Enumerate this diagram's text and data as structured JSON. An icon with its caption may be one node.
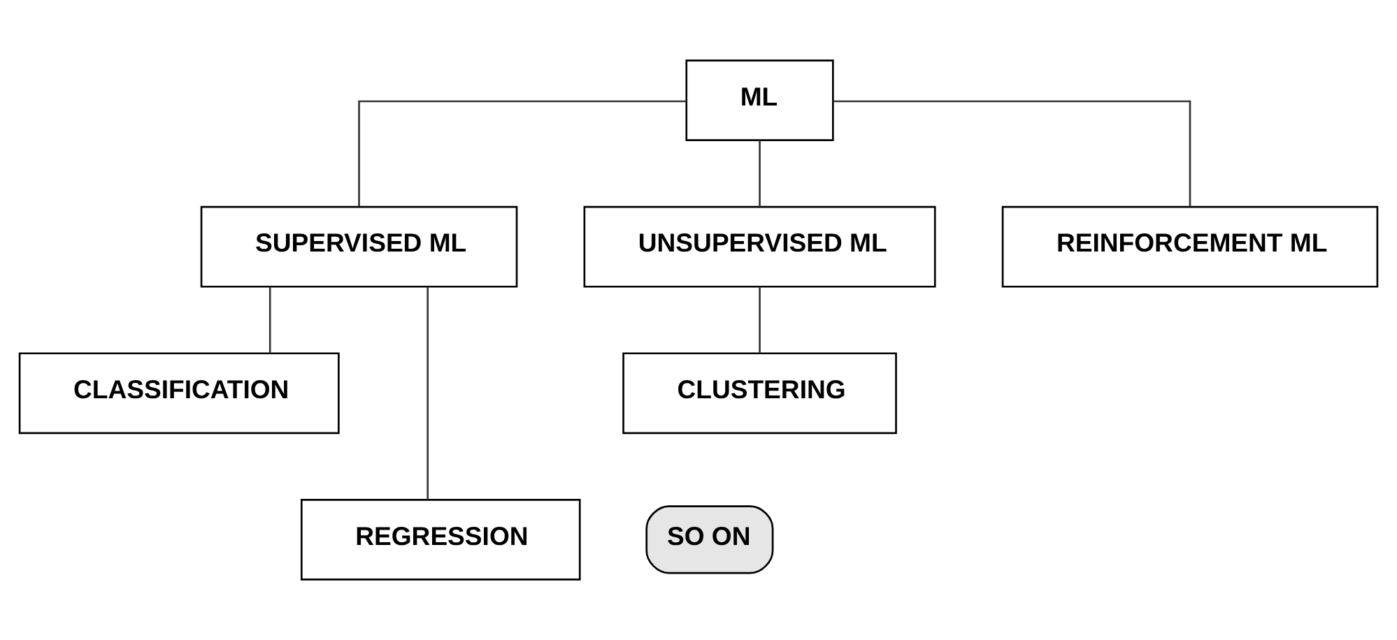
{
  "diagram": {
    "nodes": [
      {
        "text": [
          "ML"
        ]
      },
      {
        "text": [
          "SUPERVISED ML"
        ]
      },
      {
        "text": [
          "UNSUPERVISED ML"
        ]
      },
      {
        "text": [
          "REINFORCEMENT ML"
        ]
      },
      {
        "text": [
          "CLASSIFICATION"
        ]
      },
      {
        "text": [
          "REGRESSION"
        ]
      },
      {
        "text": [
          "CLUSTERING"
        ]
      },
      {
        "text": [
          "SO ON"
        ]
      }
    ],
    "edges": [
      {
        "from": 0,
        "to": 1,
        "arrow": "none"
      },
      {
        "from": 0,
        "to": 2,
        "arrow": "none"
      },
      {
        "from": 0,
        "to": 3,
        "arrow": "none"
      },
      {
        "from": 1,
        "to": 4,
        "arrow": "none"
      },
      {
        "from": 1,
        "to": 5,
        "arrow": "none"
      },
      {
        "from": 2,
        "to": 6,
        "arrow": "none"
      }
    ]
  }
}
